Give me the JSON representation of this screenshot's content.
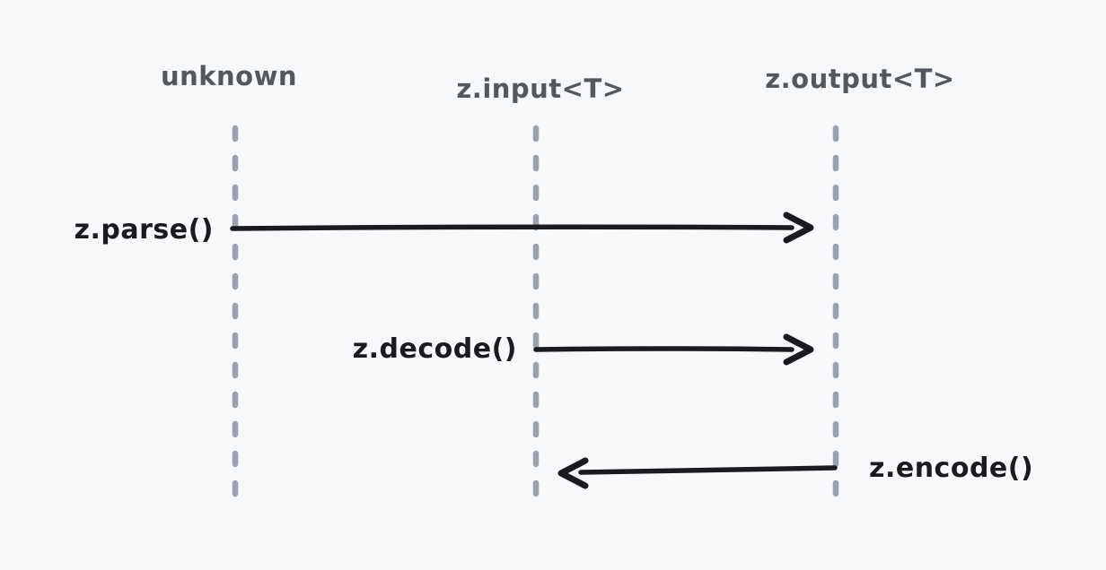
{
  "diagram": {
    "type": "sequence",
    "actors": [
      {
        "id": "unknown",
        "label": "unknown"
      },
      {
        "id": "z-input",
        "label": "z.input<T>"
      },
      {
        "id": "z-output",
        "label": "z.output<T>"
      }
    ],
    "messages": [
      {
        "label": "z.parse()",
        "from": "unknown",
        "to": "z.output<T>",
        "direction": "right"
      },
      {
        "label": "z.decode()",
        "from": "z.input<T>",
        "to": "z.output<T>",
        "direction": "right"
      },
      {
        "label": "z.encode()",
        "from": "z.output<T>",
        "to": "z.input<T>",
        "direction": "left"
      }
    ],
    "colors": {
      "background": "#f7f8f9",
      "lifeline": "#9aa2ae",
      "arrow": "#1a1a1f",
      "actor_label": "#54575d",
      "message_label": "#1a1a1f"
    }
  }
}
